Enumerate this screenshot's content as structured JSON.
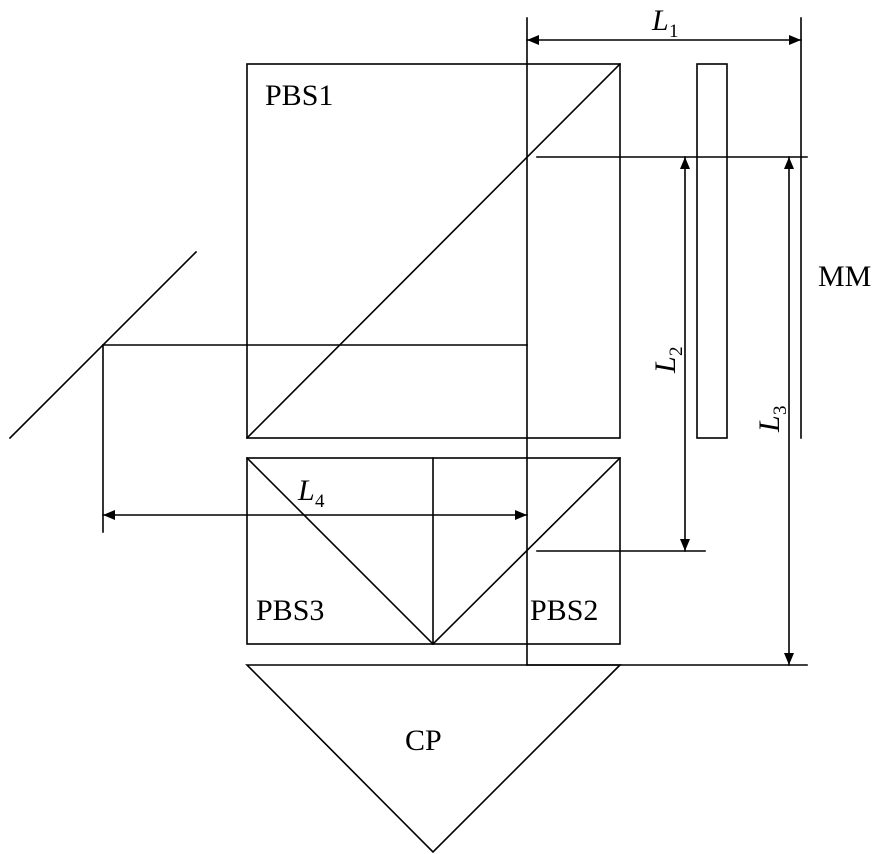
{
  "labels": {
    "pbs1": "PBS1",
    "pbs2": "PBS2",
    "pbs3": "PBS3",
    "cp": "CP",
    "mm": "MM"
  },
  "dimensions": {
    "l1": {
      "letter": "L",
      "sub": "1"
    },
    "l2": {
      "letter": "L",
      "sub": "2"
    },
    "l3": {
      "letter": "L",
      "sub": "3"
    },
    "l4": {
      "letter": "L",
      "sub": "4"
    }
  },
  "colors": {
    "stroke": "#000000",
    "background": "#ffffff"
  }
}
